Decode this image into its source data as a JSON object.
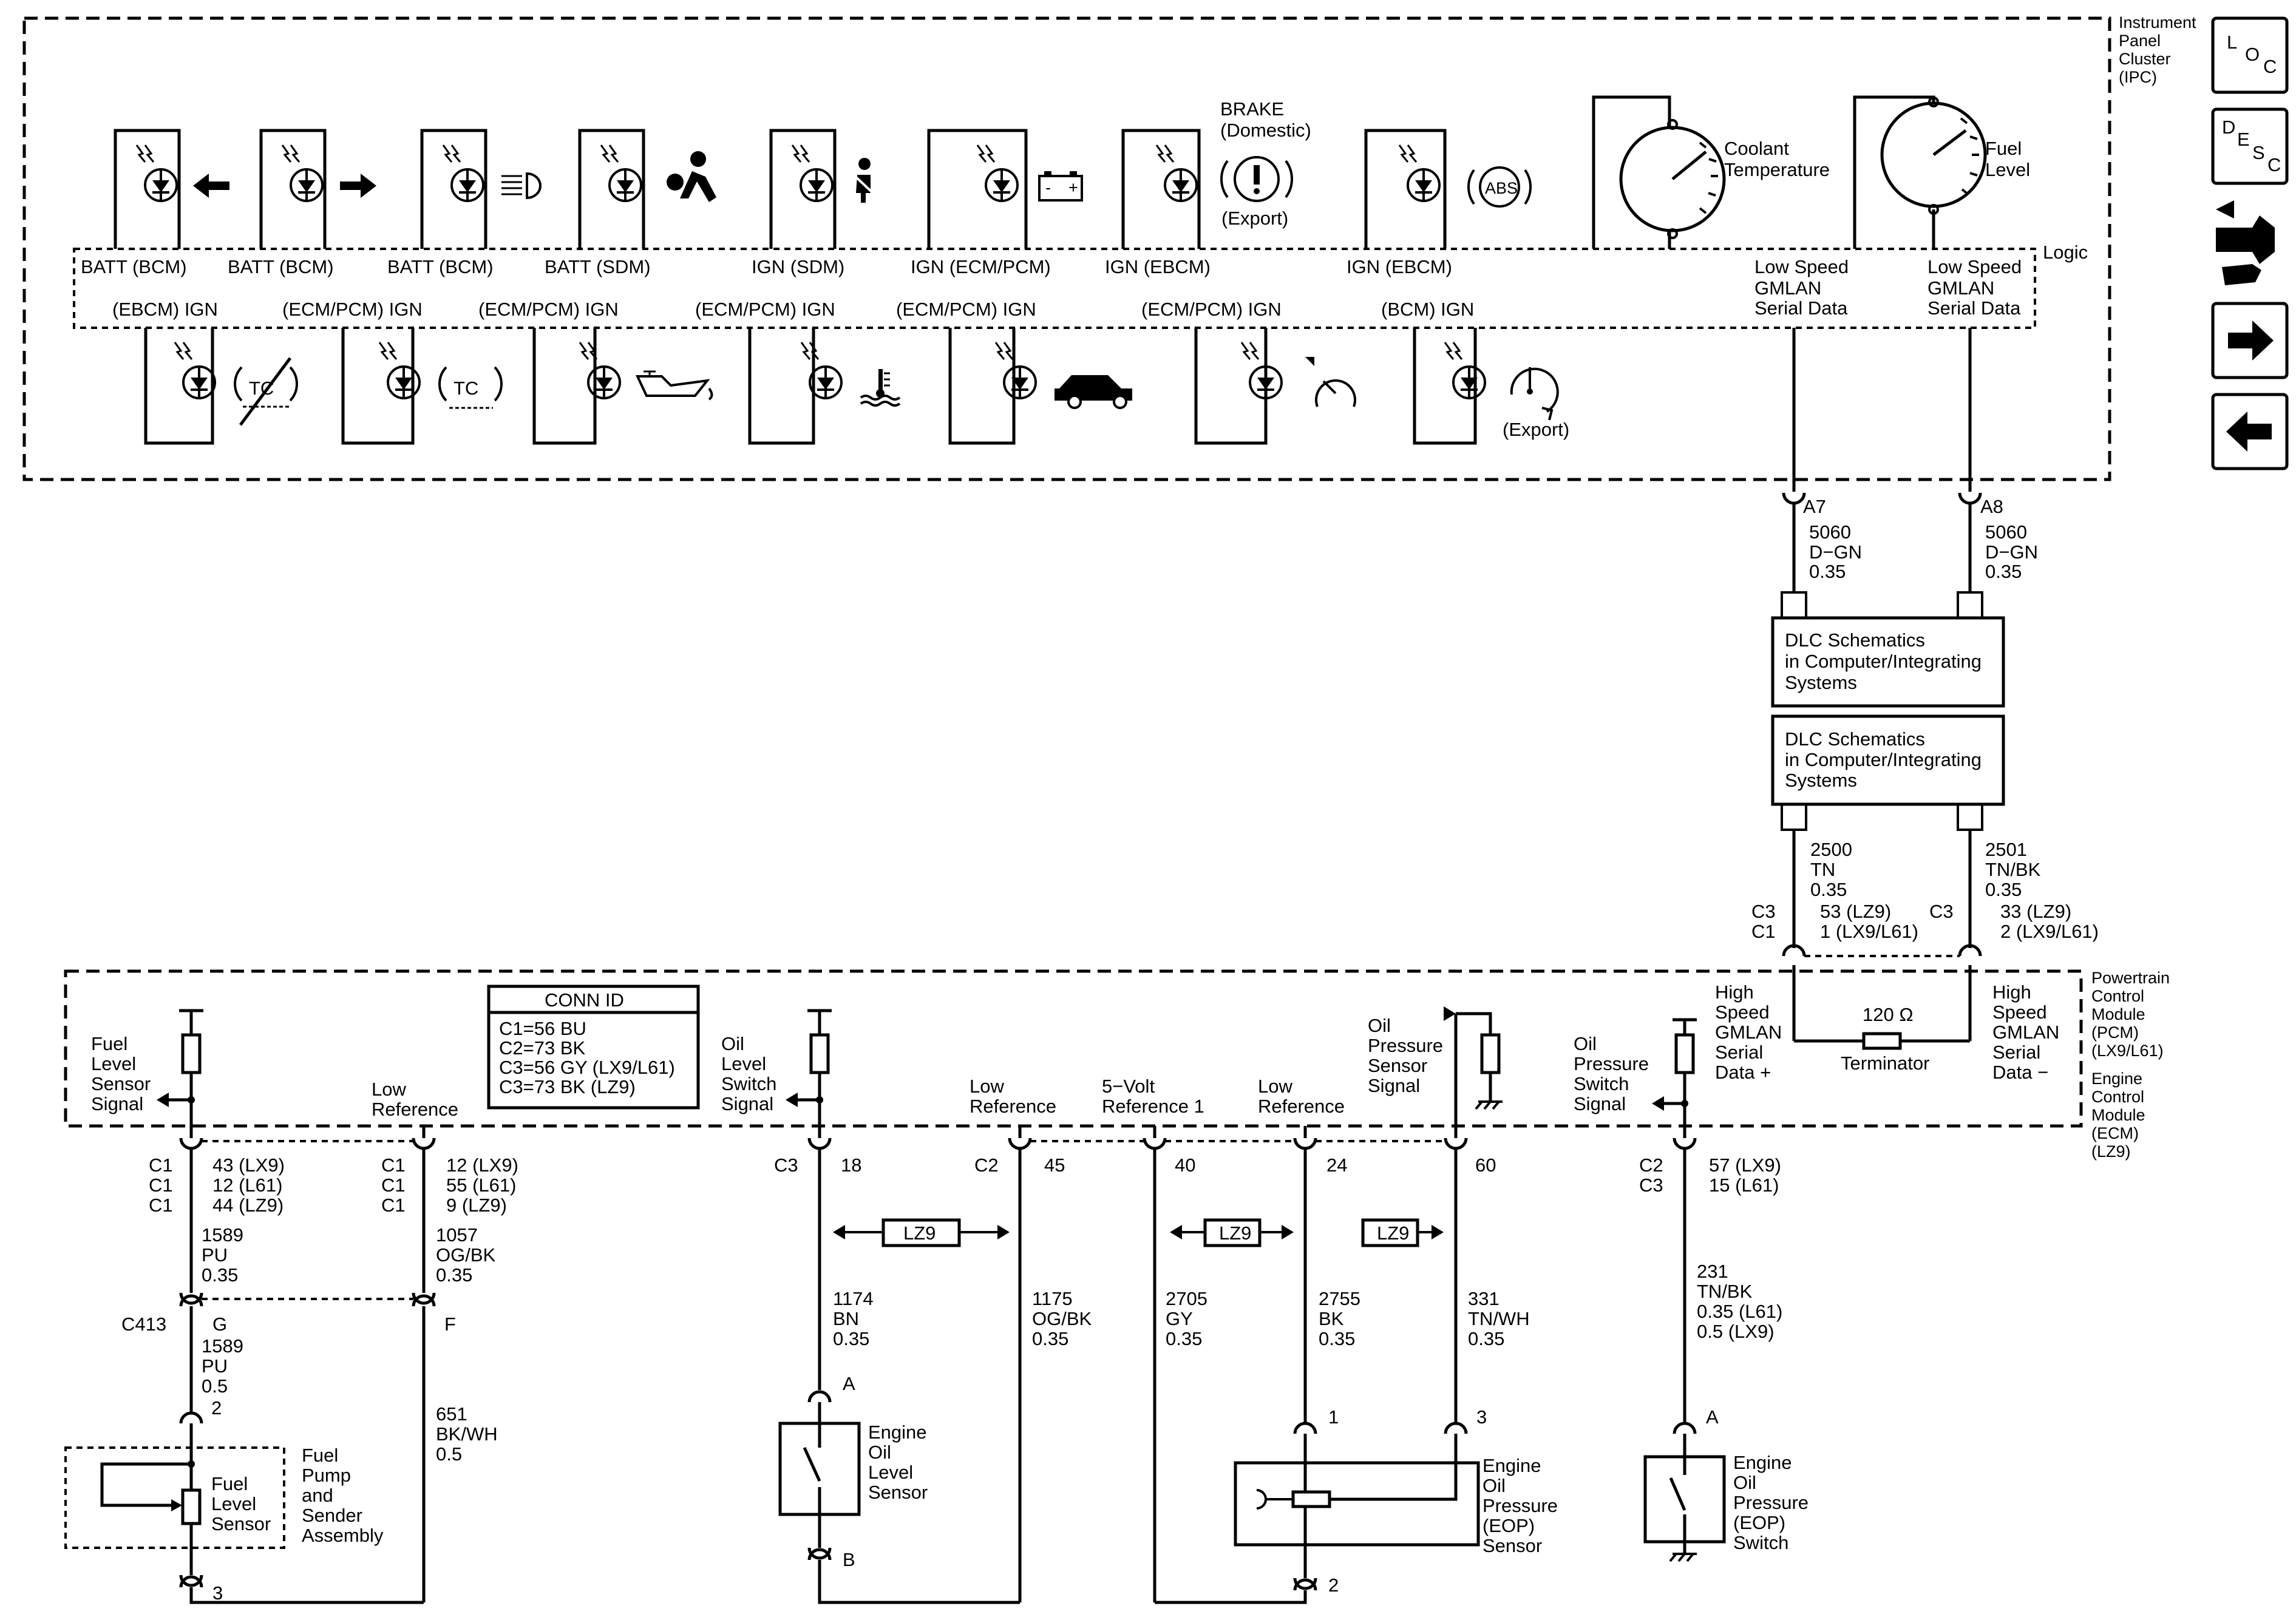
{
  "ipc": {
    "title_lines": [
      "Instrument",
      "Panel",
      "Cluster",
      "(IPC)"
    ],
    "logic_label": "Logic",
    "top_power": [
      "BATT (BCM)",
      "BATT (BCM)",
      "BATT (BCM)",
      "BATT (SDM)",
      "IGN (SDM)",
      "IGN  (ECM/PCM)",
      "IGN  (EBCM)",
      "IGN  (EBCM)"
    ],
    "bottom_power": [
      "(EBCM) IGN",
      "(ECM/PCM) IGN",
      "(ECM/PCM) IGN",
      "(ECM/PCM) IGN",
      "(ECM/PCM) IGN",
      "(ECM/PCM) IGN",
      "(BCM)   IGN"
    ],
    "brake_lines": [
      "BRAKE",
      "(Domestic)"
    ],
    "export_label": "(Export)",
    "abs_label": "ABS",
    "tc_label": "TC",
    "coolant_lines": [
      "Coolant",
      "Temperature"
    ],
    "fuel_lines": [
      "Fuel",
      "Level"
    ],
    "gmlan_low_lines": [
      "Low Speed",
      "GMLAN",
      "Serial Data"
    ]
  },
  "nav_icons": {
    "loc": [
      "L",
      "O",
      "C"
    ],
    "desc": [
      "D",
      "E",
      "S",
      "C"
    ]
  },
  "dlc": {
    "pin_left": "A7",
    "pin_right": "A8",
    "wire_left": [
      "5060",
      "D−GN",
      "0.35"
    ],
    "wire_right": [
      "5060",
      "D−GN",
      "0.35"
    ],
    "box_lines": [
      "DLC Schematics",
      "in Computer/Integrating",
      "Systems"
    ],
    "wire_2500": [
      "2500",
      "TN",
      "0.35"
    ],
    "wire_2501": [
      "2501",
      "TN/BK",
      "0.35"
    ],
    "conn_left": [
      "C3",
      "C1"
    ],
    "pins_left": [
      "53 (LZ9)",
      "1 (LX9/L61)"
    ],
    "conn_right": "C3",
    "pins_right": [
      "33 (LZ9)",
      "2 (LX9/L61)"
    ]
  },
  "pcm": {
    "title_lines": [
      "Powertrain",
      "Control",
      "Module",
      "(PCM)",
      "(LX9/L61)"
    ],
    "ecm_lines": [
      "Engine",
      "Control",
      "Module",
      "(ECM)",
      "(LZ9)"
    ],
    "gmlan_high_plus": [
      "High",
      "Speed",
      "GMLAN",
      "Serial",
      "Data +"
    ],
    "gmlan_high_minus": [
      "High",
      "Speed",
      "GMLAN",
      "Serial",
      "Data −"
    ],
    "terminator_value": "120 Ω",
    "terminator_label": "Terminator",
    "conn_id_title": "CONN ID",
    "conn_id_lines": [
      "C1=56 BU",
      "C2=73 BK",
      "C3=56 GY (LX9/L61)",
      "C3=73 BK (LZ9)"
    ],
    "fuel_level_signal": [
      "Fuel",
      "Level",
      "Sensor",
      "Signal"
    ],
    "low_reference": [
      "Low",
      "Reference"
    ],
    "oil_level_signal": [
      "Oil",
      "Level",
      "Switch",
      "Signal"
    ],
    "five_volt": [
      "5−Volt",
      "Reference 1"
    ],
    "oil_pressure_signal": [
      "Oil",
      "Pressure",
      "Sensor",
      "Signal"
    ],
    "oil_pressure_switch_signal": [
      "Oil",
      "Pressure",
      "Switch",
      "Signal"
    ]
  },
  "circuits": {
    "c1_conn": [
      "C1",
      "C1",
      "C1"
    ],
    "c1_pins_a": [
      "43 (LX9)",
      "12 (L61)",
      "44 (LZ9)"
    ],
    "c1_pins_b": [
      "12 (LX9)",
      "55 (L61)",
      "9 (LZ9)"
    ],
    "w1589": [
      "1589",
      "PU",
      "0.35"
    ],
    "w1057": [
      "1057",
      "OG/BK",
      "0.35"
    ],
    "c413": "C413",
    "c413_pin_g": "G",
    "c413_pin_f": "F",
    "w1589b": [
      "1589",
      "PU",
      "0.5"
    ],
    "pin_2": "2",
    "pin_3": "3",
    "w651": [
      "651",
      "BK/WH",
      "0.5"
    ],
    "fuel_sensor_inner": [
      "Fuel",
      "Level",
      "Sensor"
    ],
    "fuel_pump_lines": [
      "Fuel",
      "Pump",
      "and",
      "Sender",
      "Assembly"
    ],
    "c3_label": "C3",
    "pin_18": "18",
    "c2_label": "C2",
    "pin_45": "45",
    "pin_40": "40",
    "pin_24": "24",
    "pin_60": "60",
    "lz9": "LZ9",
    "w1174": [
      "1174",
      "BN",
      "0.35"
    ],
    "w1175": [
      "1175",
      "OG/BK",
      "0.35"
    ],
    "w2705": [
      "2705",
      "GY",
      "0.35"
    ],
    "w2755": [
      "2755",
      "BK",
      "0.35"
    ],
    "w331": [
      "331",
      "TN/WH",
      "0.35"
    ],
    "pin_a": "A",
    "pin_b": "B",
    "oil_level_sensor": [
      "Engine",
      "Oil",
      "Level",
      "Sensor"
    ],
    "pin_1": "1",
    "pin_3b": "3",
    "pin_2b": "2",
    "eop_sensor": [
      "Engine",
      "Oil",
      "Pressure",
      "(EOP)",
      "Sensor"
    ],
    "c2c3": [
      "C2",
      "C3"
    ],
    "pins_57": [
      "57 (LX9)",
      "15 (L61)"
    ],
    "w231": [
      "231",
      "TN/BK",
      "0.35 (L61)",
      "0.5 (LX9)"
    ],
    "pin_a2": "A",
    "eop_switch": [
      "Engine",
      "Oil",
      "Pressure",
      "(EOP)",
      "Switch"
    ]
  }
}
